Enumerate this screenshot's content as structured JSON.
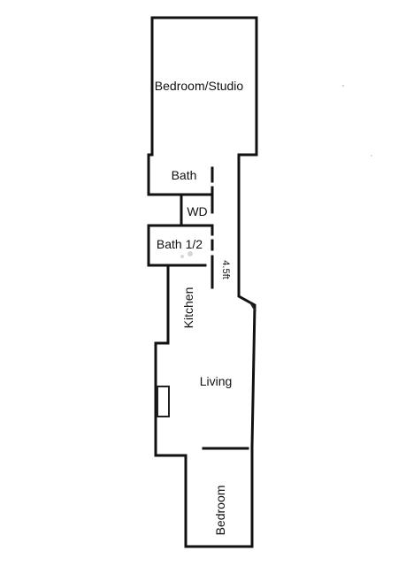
{
  "rooms": {
    "bedroom_studio": "Bedroom/Studio",
    "bath": "Bath",
    "wd": "WD",
    "bath_half": "Bath 1/2",
    "kitchen": "Kitchen",
    "living": "Living",
    "bedroom": "Bedroom"
  },
  "dimensions": {
    "hall_width": "4.5ft"
  },
  "colors": {
    "wall": "#111111",
    "background": "#ffffff"
  }
}
